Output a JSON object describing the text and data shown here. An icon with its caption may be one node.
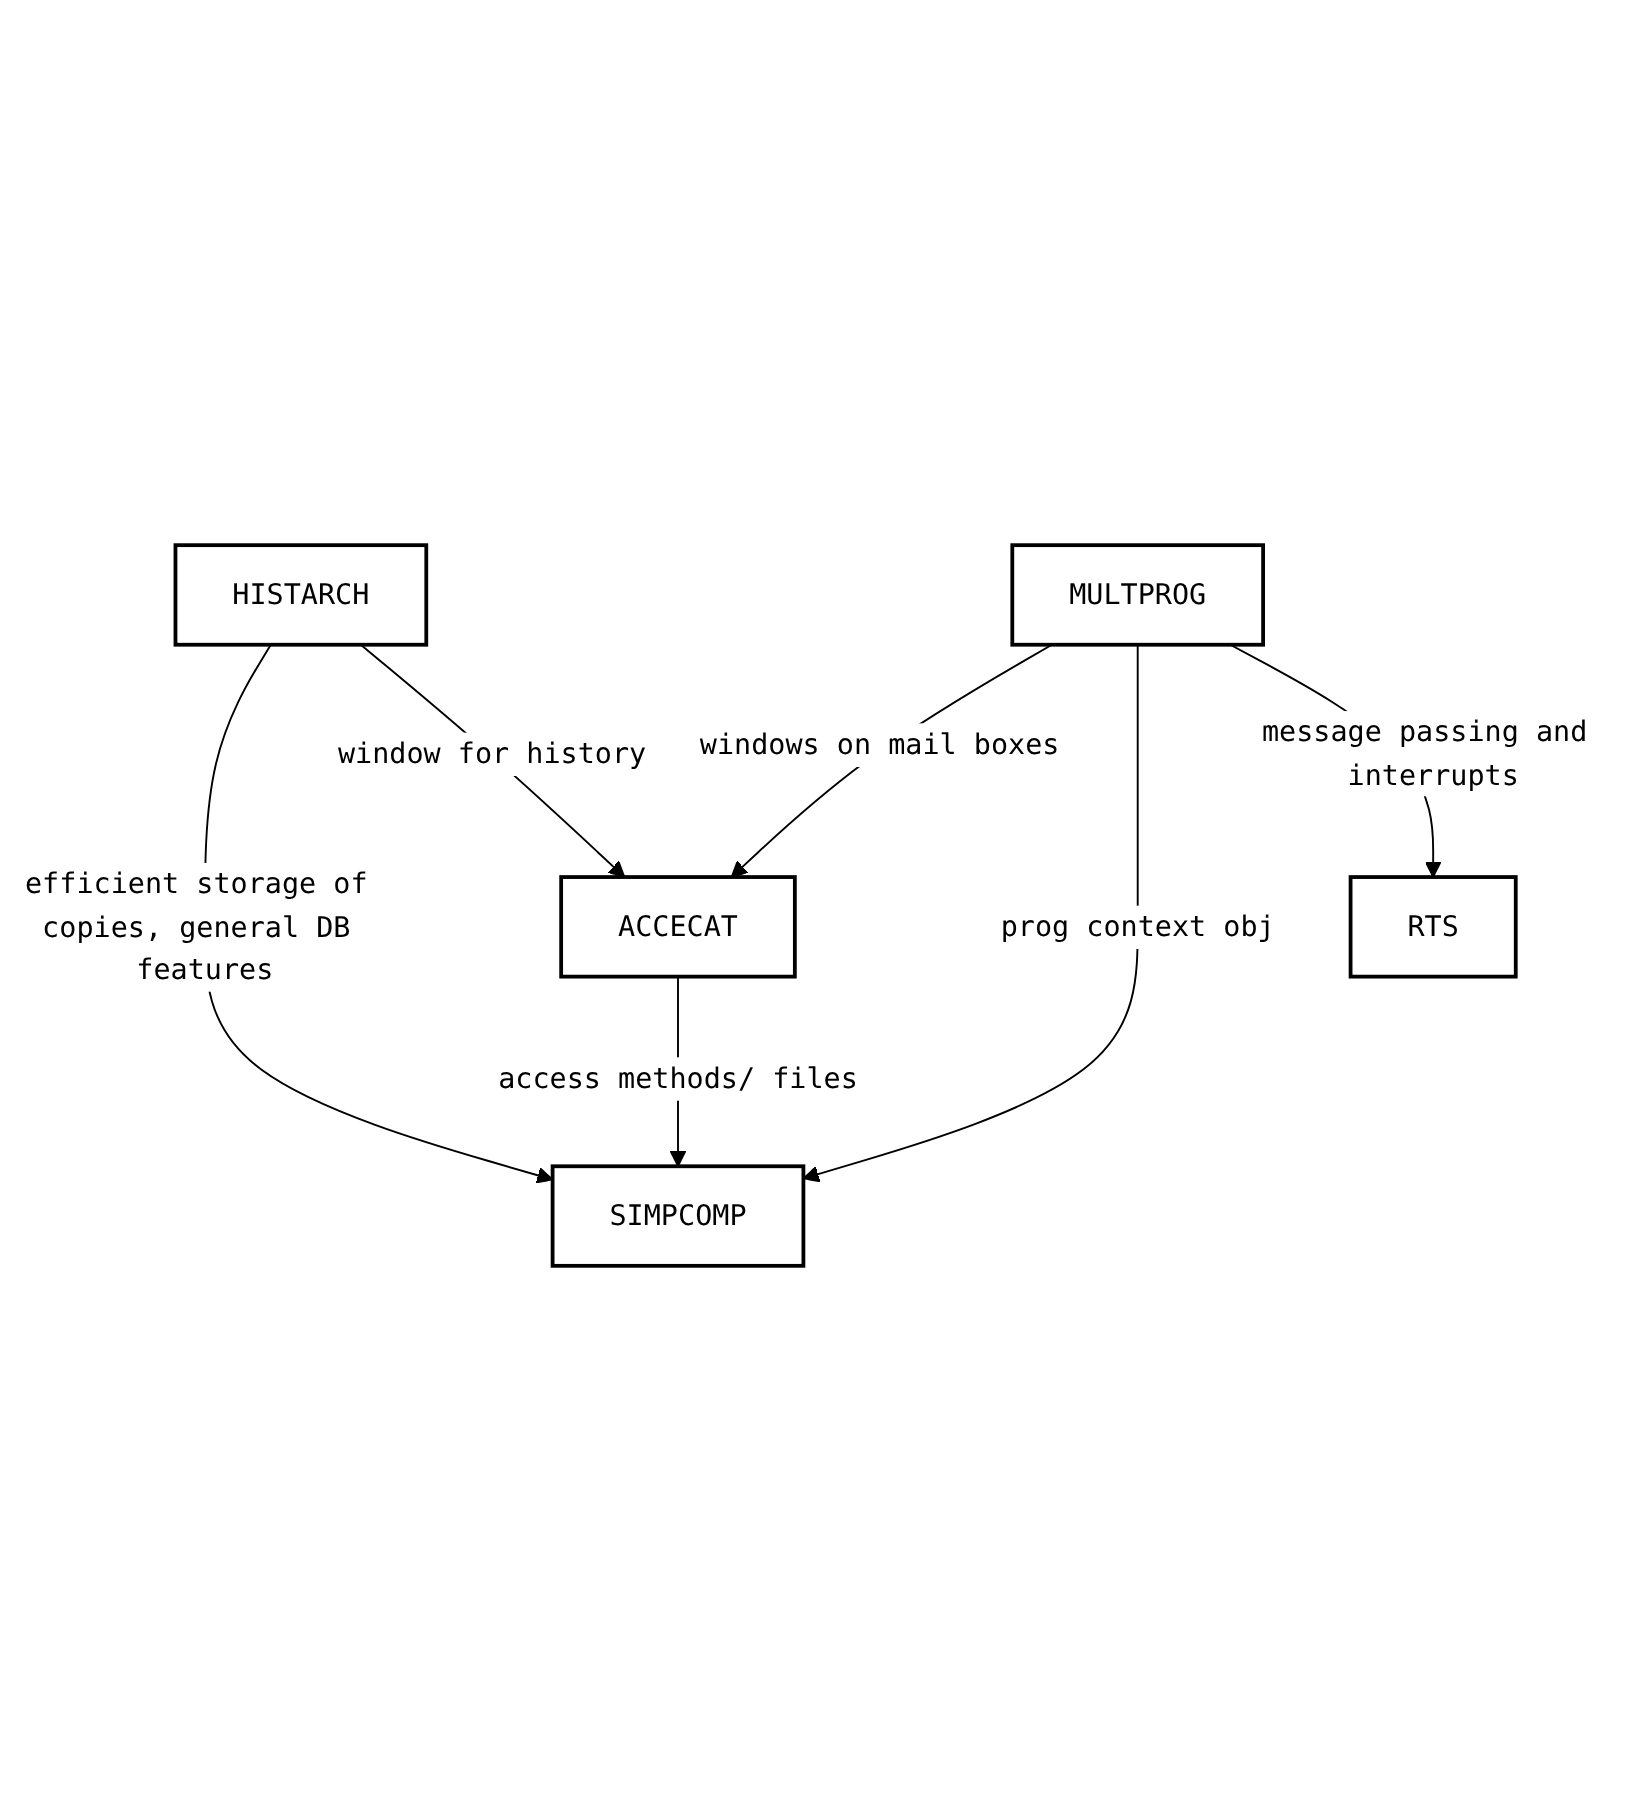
{
  "diagram": {
    "nodes": [
      {
        "text": [
          "ACCECAT"
        ]
      },
      {
        "text": [
          "SIMPCOMP"
        ]
      },
      {
        "text": [
          "HISTARCH"
        ]
      },
      {
        "text": [
          "MULTPROG"
        ]
      },
      {
        "text": [
          "RTS"
        ]
      }
    ],
    "edges": [
      {
        "from": 3,
        "to": 0,
        "arrow": "to",
        "label": "windows on mail boxes"
      },
      {
        "from": 0,
        "to": 1,
        "arrow": "to",
        "label": "access methods/ files"
      },
      {
        "from": 2,
        "to": 1,
        "arrow": "to",
        "label": "efficient storage of copies, general DB features"
      },
      {
        "from": 2,
        "to": 0,
        "arrow": "to",
        "label": "window for history"
      },
      {
        "from": 3,
        "to": 1,
        "arrow": "to",
        "label": "prog context obj"
      },
      {
        "from": 3,
        "to": 4,
        "arrow": "to",
        "label": "message passing and interrupts"
      }
    ]
  }
}
